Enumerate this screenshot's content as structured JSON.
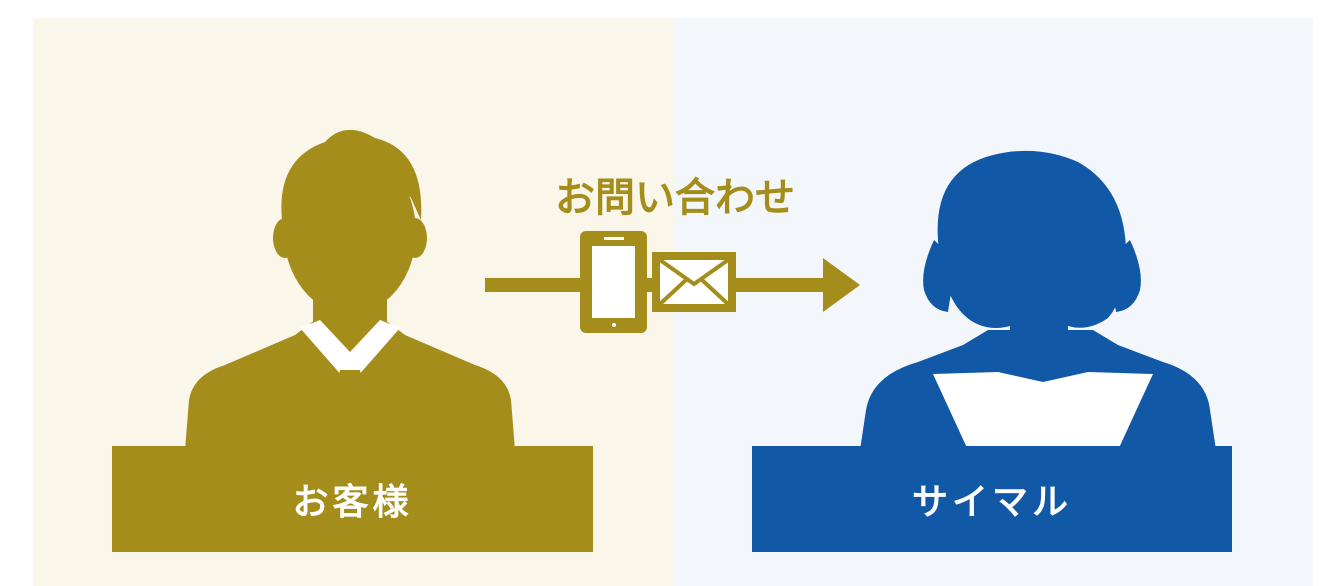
{
  "colors": {
    "customer": "#a48d1a",
    "company": "#1158a7",
    "left_bg": "#faf6ea",
    "right_bg": "#f3f7fc"
  },
  "customer": {
    "label": "お客様"
  },
  "company": {
    "label": "サイマル"
  },
  "flow": {
    "label": "お問い合わせ",
    "icons": [
      "smartphone-icon",
      "envelope-icon",
      "arrow-right-icon"
    ]
  }
}
